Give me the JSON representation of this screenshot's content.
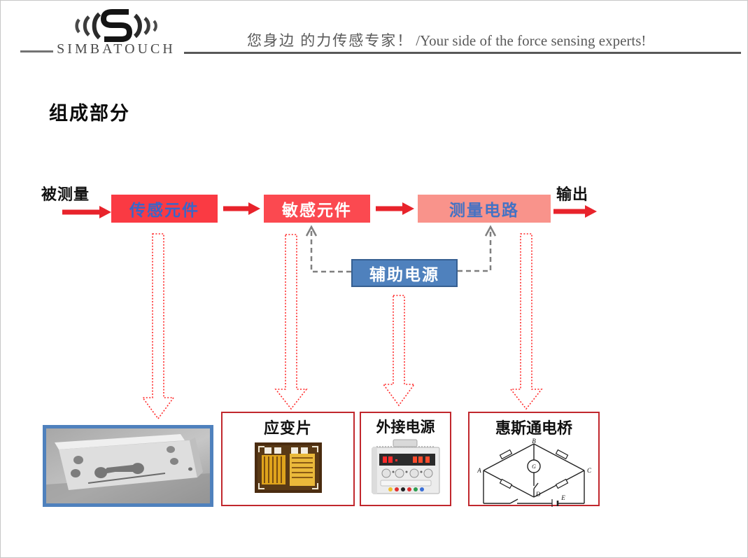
{
  "header": {
    "logo_text": "SIMBATOUCH",
    "tagline_cn": "您身边 的力传感专家！",
    "tagline_en": "/Your side of the force sensing experts!"
  },
  "title": "组成部分",
  "flow": {
    "input_label": "被测量",
    "output_label": "输出",
    "boxes": [
      {
        "label": "传感元件"
      },
      {
        "label": "敏感元件"
      },
      {
        "label": "测量电路"
      }
    ],
    "aux_label": "辅助电源"
  },
  "components": [
    {
      "name": "load-cell-photo",
      "label": ""
    },
    {
      "name": "strain-gauge",
      "label": "应变片"
    },
    {
      "name": "external-power",
      "label": "外接电源"
    },
    {
      "name": "wheatstone-bridge",
      "label": "惠斯通电桥",
      "bridge_labels": {
        "a": "A",
        "b": "B",
        "c": "C",
        "d": "D",
        "g": "G",
        "e": "E"
      }
    }
  ],
  "colors": {
    "box_sensing_bg": "#fa3a43",
    "box_sensing_text": "#3a66c8",
    "box_sensitive_bg": "#fb4950",
    "box_sensitive_text": "#ffffff",
    "box_circuit_bg": "#f9938b",
    "box_circuit_text": "#4472c4",
    "aux_bg": "#4f81bd",
    "aux_border": "#365f91",
    "solid_arrow_red": "#e8232b",
    "dotted_arrow_red": "#ff2a2a",
    "dashed_connector_gray": "#7f7f7f",
    "component_border_red": "#c1272d",
    "photo_frame_blue": "#4f81bd",
    "header_rule_gray": "#595959"
  }
}
